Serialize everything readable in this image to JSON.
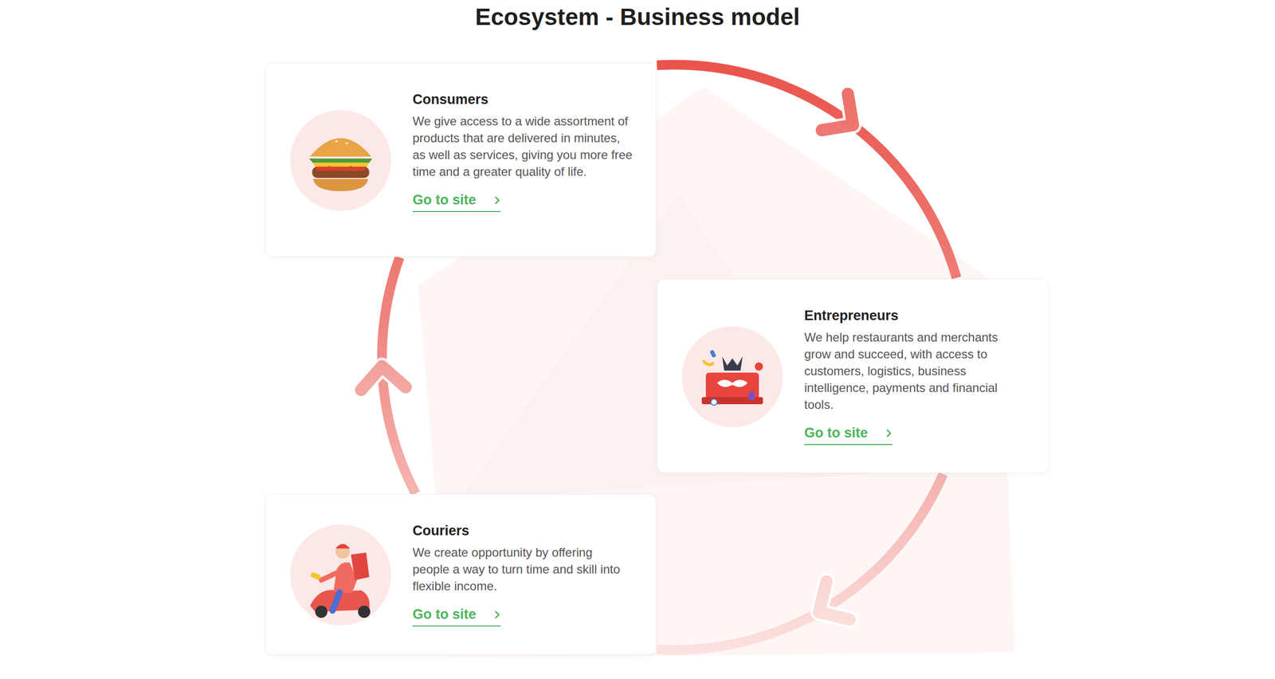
{
  "diagram": {
    "title": "Ecosystem - Business model",
    "nodes": [
      {
        "text": [
          "Consumers",
          "We give access to a wide assortment of products that are delivered in minutes, as well as services, giving you more free time and a greater quality of life.",
          "Go to site"
        ]
      },
      {
        "text": [
          "Entrepreneurs",
          "We help restaurants and merchants grow and succeed, with access to customers, logistics, business intelligence, payments and financial tools.",
          "Go to site"
        ]
      },
      {
        "text": [
          "Couriers",
          "We create opportunity by offering people a way to turn time and skill into flexible income.",
          "Go to site"
        ]
      }
    ],
    "edges": [
      {
        "from": 0,
        "to": 1,
        "arrow": "to"
      },
      {
        "from": 1,
        "to": 2,
        "arrow": "to"
      },
      {
        "from": 2,
        "to": 0,
        "arrow": "to"
      }
    ]
  }
}
